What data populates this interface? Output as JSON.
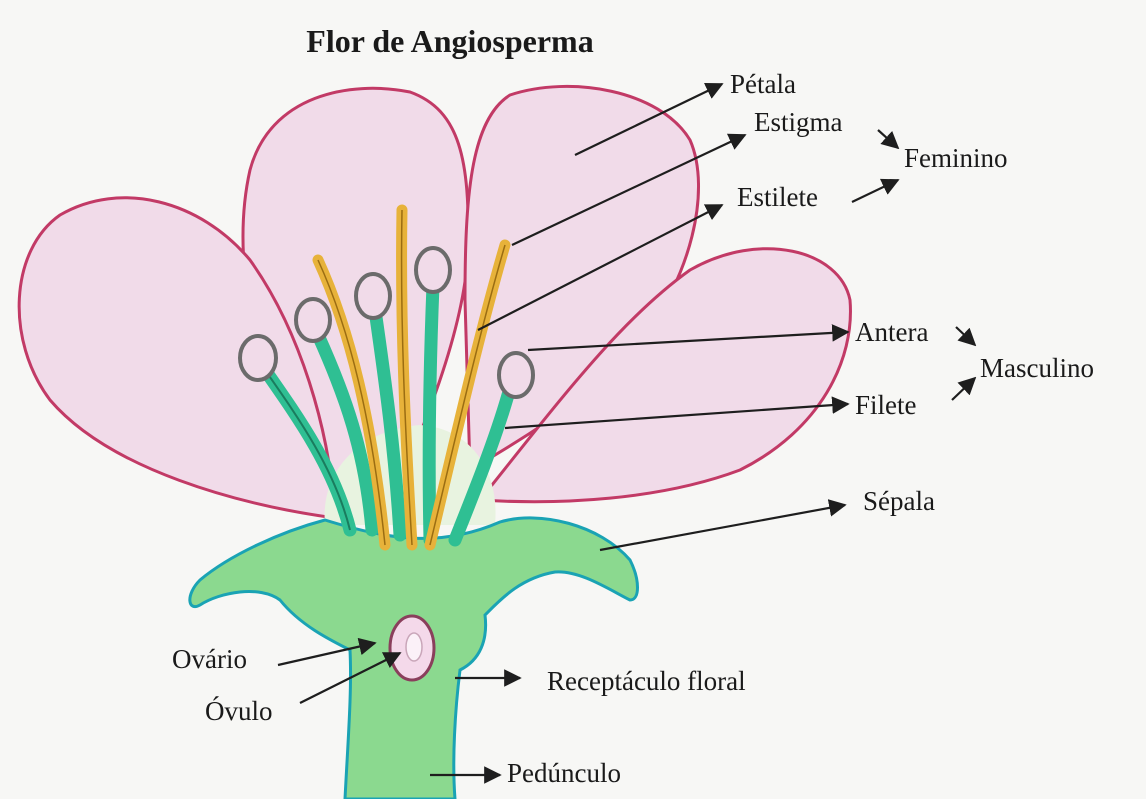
{
  "title": "Flor de Angiosperma",
  "labels": {
    "petala": "Pétala",
    "estigma": "Estigma",
    "feminino": "Feminino",
    "estilete": "Estilete",
    "antera": "Antera",
    "masculino": "Masculino",
    "filete": "Filete",
    "sepala": "Sépala",
    "ovario": "Ovário",
    "ovulo": "Óvulo",
    "receptaculo": "Receptáculo floral",
    "pedunculo": "Pedúnculo"
  },
  "colors": {
    "background": "#f7f7f5",
    "petal_fill": "#f1dbe9",
    "petal_outline": "#c23a66",
    "stem_fill": "#8bd98f",
    "stem_outline": "#1aa3b4",
    "style_color": "#e7b23a",
    "filament_color": "#2fbf93",
    "anther_color": "#6b6b6b",
    "ovule_outline": "#8a3f5c",
    "ovule_fill": "#f4d9ea"
  }
}
